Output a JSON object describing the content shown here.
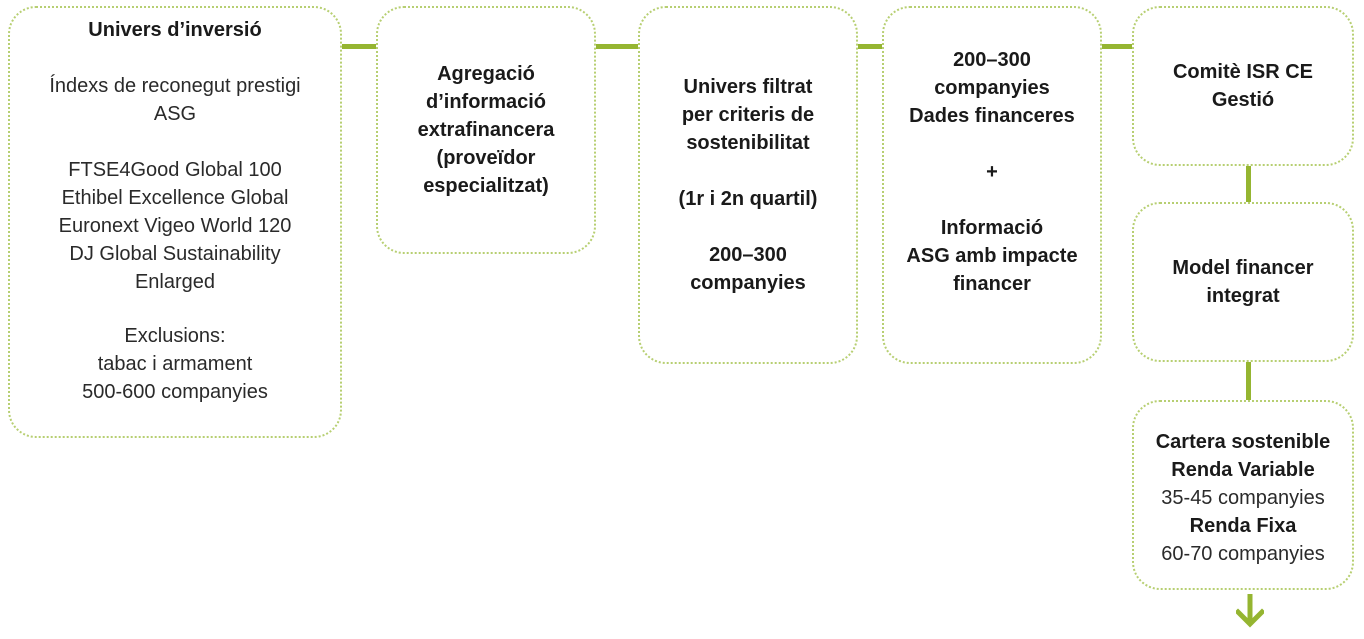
{
  "boxes": {
    "investment_universe": {
      "title": "Univers d’inversió",
      "indices_heading": [
        "Índexs de reconegut prestigi",
        "ASG"
      ],
      "indices": [
        "FTSE4Good Global 100",
        "Ethibel Excellence Global",
        "Euronext Vigeo World 120",
        "DJ Global Sustainability",
        "Enlarged"
      ],
      "exclusions": [
        "Exclusions:",
        "tabac i armament",
        "500-600 companyies"
      ]
    },
    "aggregation": {
      "lines": [
        "Agregació",
        "d’informació",
        "extrafinancera",
        "(proveïdor",
        "especialitzat)"
      ]
    },
    "filtered_universe": {
      "lines": [
        "Univers filtrat",
        "per criteris de",
        "sostenibilitat"
      ],
      "quartile": "(1r i 2n quartil)",
      "companies": [
        "200–300",
        "companyies"
      ]
    },
    "financial_data": {
      "lines": [
        "200–300",
        "companyies",
        "Dades financeres"
      ],
      "plus": "+",
      "esg": [
        "Informació",
        "ASG amb impacte",
        "financer"
      ]
    },
    "committee": {
      "lines": [
        "Comitè ISR CE",
        "Gestió"
      ]
    },
    "model": {
      "lines": [
        "Model financer",
        "integrat"
      ]
    },
    "portfolio": {
      "title": "Cartera sostenible",
      "equity_label": "Renda Variable",
      "equity_count": "35-45 companyies",
      "fixed_label": "Renda Fixa",
      "fixed_count": "60-70 companyies"
    }
  }
}
